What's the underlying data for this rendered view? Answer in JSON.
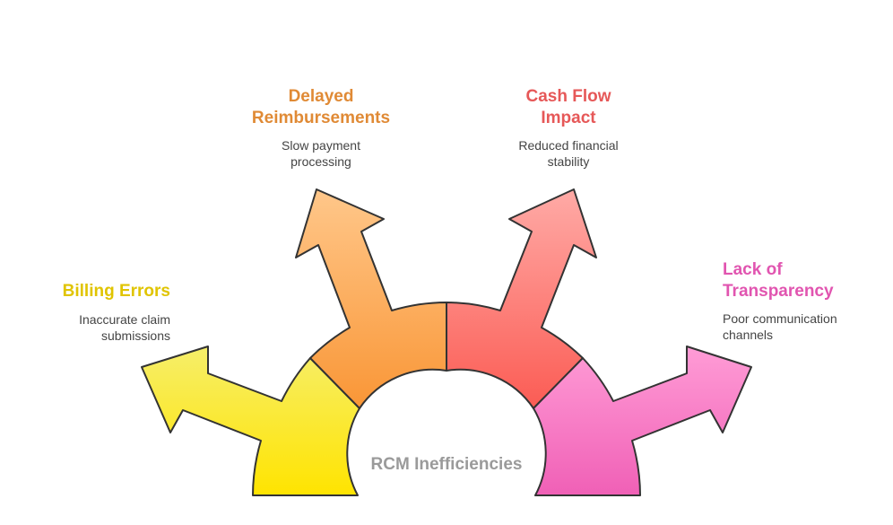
{
  "center": {
    "label": "RCM Inefficiencies"
  },
  "items": [
    {
      "title": "Billing Errors",
      "description": "Inaccurate claim submissions",
      "color": "#e0c400",
      "gradient": [
        "#f6ee6a",
        "#ffe400"
      ]
    },
    {
      "title": "Delayed Reimbursements",
      "description": "Slow payment processing",
      "color": "#e08a35",
      "gradient": [
        "#ffc78a",
        "#f99636"
      ]
    },
    {
      "title": "Cash Flow Impact",
      "description": "Reduced financial stability",
      "color": "#e65858",
      "gradient": [
        "#ffaaa6",
        "#fb5c54"
      ]
    },
    {
      "title": "Lack of Transparency",
      "description": "Poor communication channels",
      "color": "#e155b0",
      "gradient": [
        "#ff9cd6",
        "#f060b6"
      ]
    }
  ]
}
